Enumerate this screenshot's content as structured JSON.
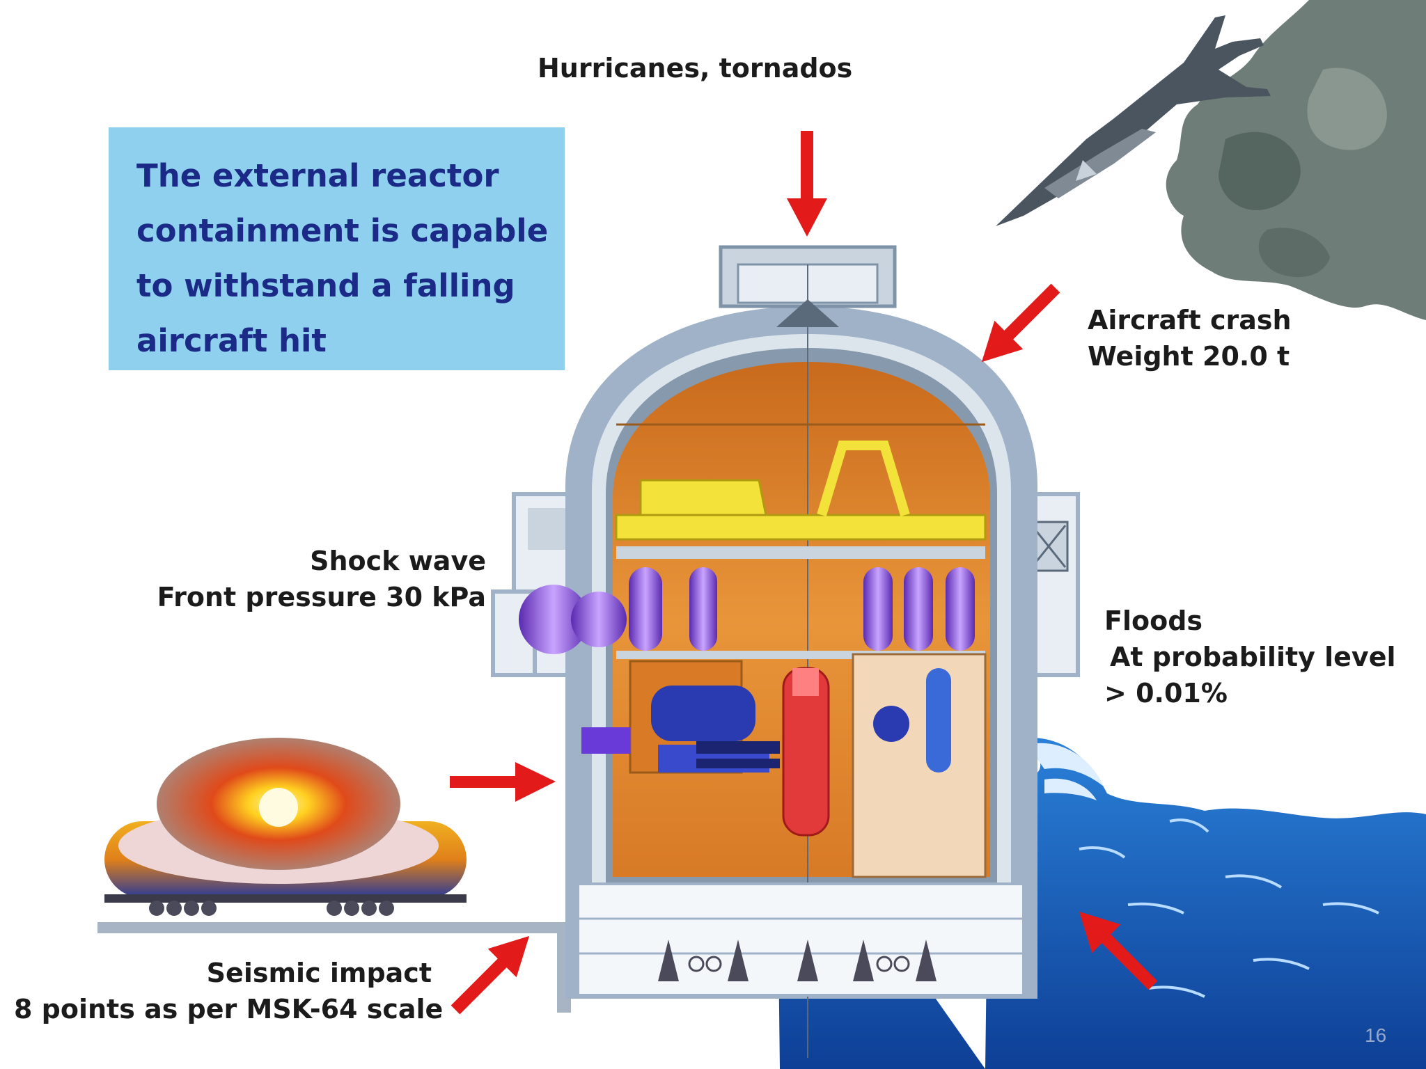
{
  "info_box": {
    "lines": [
      "The external reactor",
      "containment is capable",
      "to withstand a falling",
      "aircraft hit"
    ]
  },
  "hazards": {
    "hurricanes": {
      "line1": "Hurricanes, tornados"
    },
    "aircraft": {
      "line1": "Aircraft crash",
      "line2": "Weight 20.0 t"
    },
    "shock_wave": {
      "line1": "Shock wave",
      "line2": "Front pressure 30 kPa"
    },
    "floods": {
      "line1": "Floods",
      "line2": "At probability level",
      "line3": "> 0.01%"
    },
    "seismic": {
      "line1": "Seismic impact",
      "line2": "8 points as per MSK-64 scale"
    }
  },
  "page_number": "16",
  "colors": {
    "arrow": "#e21a1a",
    "info_box": "#8fd0ee",
    "info_text": "#1a2a86",
    "dome_interior": "#e08a2a",
    "containment_wall": "#9fb2c8",
    "water": "#1a5fb8",
    "crane": "#f2e23a",
    "tanks": "#8a4fd8",
    "reactor_vessel": "#e23a3a"
  }
}
